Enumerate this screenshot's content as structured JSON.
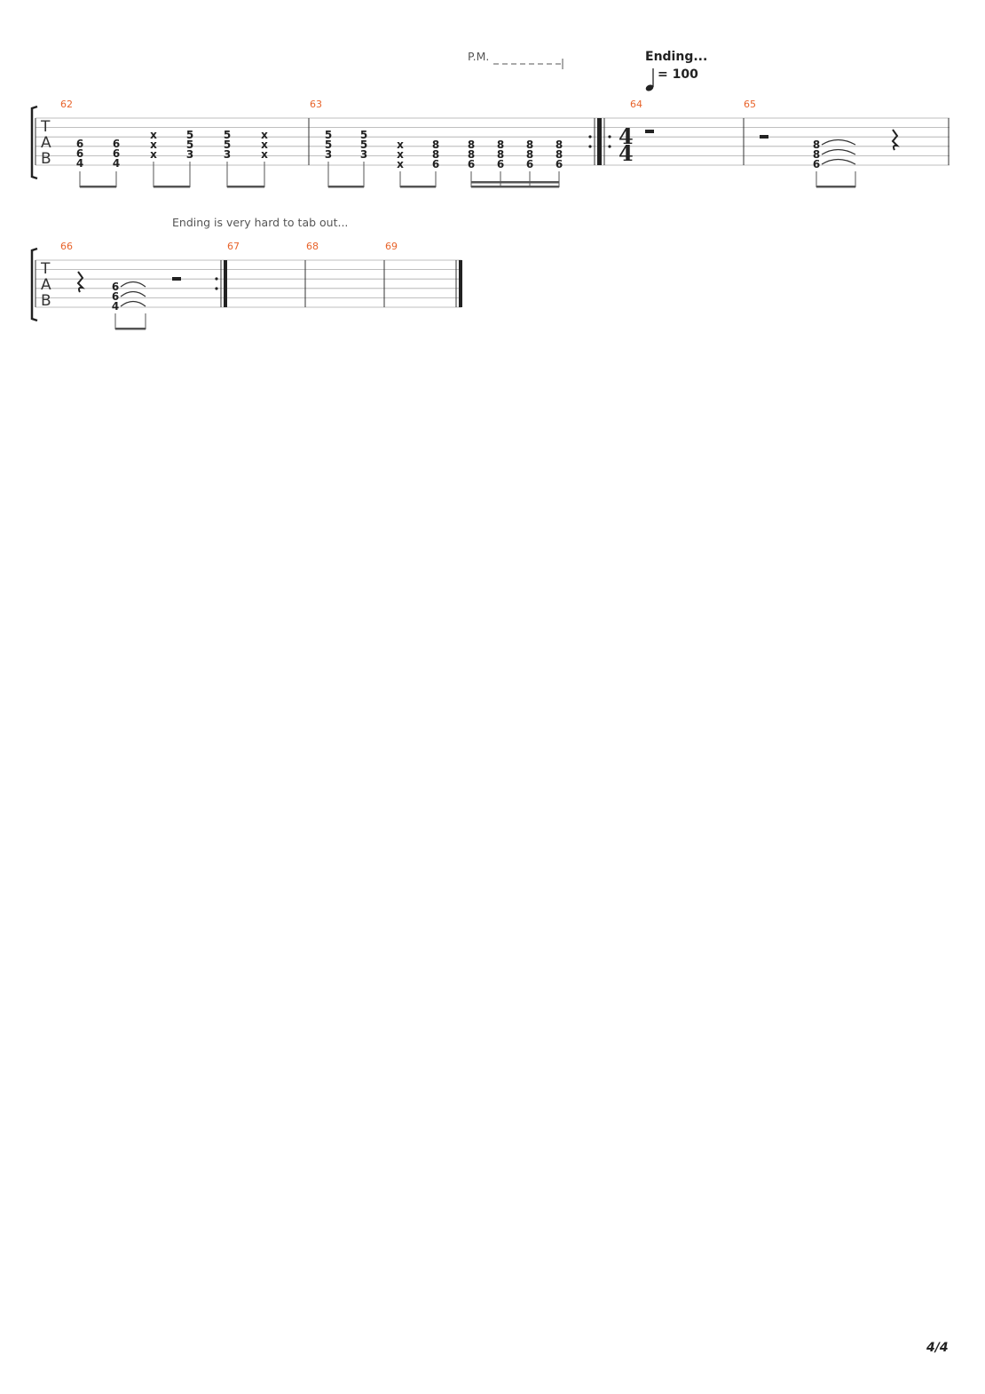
{
  "page_number": "4/4",
  "staff_label": [
    "T",
    "A",
    "B"
  ],
  "annotations": {
    "palm_mute": "P.M.",
    "section_title": "Ending...",
    "tempo_value": "= 100",
    "time_signature": {
      "top": "4",
      "bottom": "4"
    },
    "ending_note": "Ending is very hard to tab out..."
  },
  "measures": [
    {
      "number": "62",
      "system": 1,
      "chords": [
        [
          "6",
          "6",
          "4"
        ],
        [
          "6",
          "6",
          "4"
        ],
        [
          "x",
          "x",
          "x"
        ],
        [
          "5",
          "5",
          "3"
        ],
        [
          "5",
          "5",
          "3"
        ],
        [
          "x",
          "x",
          "x"
        ]
      ]
    },
    {
      "number": "63",
      "system": 1,
      "chords": [
        [
          "5",
          "5",
          "3"
        ],
        [
          "5",
          "5",
          "3"
        ],
        [
          "x",
          "x",
          "x"
        ],
        [
          "8",
          "8",
          "6"
        ],
        [
          "8",
          "8",
          "6"
        ],
        [
          "8",
          "8",
          "6"
        ],
        [
          "8",
          "8",
          "6"
        ],
        [
          "8",
          "8",
          "6"
        ]
      ]
    },
    {
      "number": "64",
      "system": 1,
      "rest": "half"
    },
    {
      "number": "65",
      "system": 1,
      "rest": "half",
      "chords": [
        [
          "8",
          "8",
          "6"
        ]
      ],
      "rest_after": "quarter"
    },
    {
      "number": "66",
      "system": 2,
      "rest": "quarter",
      "chords": [
        [
          "6",
          "6",
          "4"
        ]
      ],
      "rest_after": "half"
    },
    {
      "number": "67",
      "system": 2
    },
    {
      "number": "68",
      "system": 2
    },
    {
      "number": "69",
      "system": 2
    }
  ]
}
